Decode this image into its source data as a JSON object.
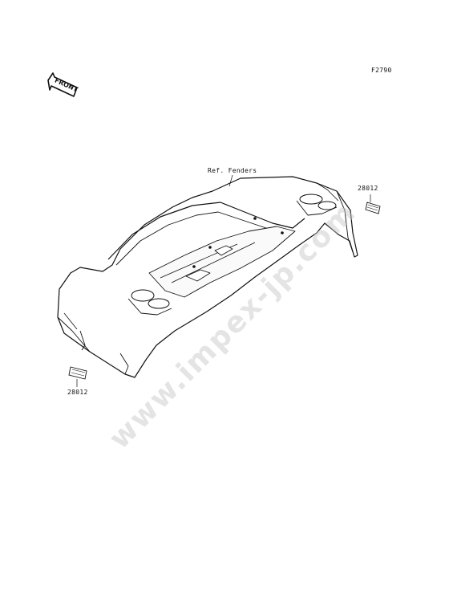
{
  "figure": {
    "code": "F2790",
    "front_badge": "FRONT",
    "ref_label": "Ref. Fenders",
    "parts": [
      {
        "number": "28012"
      },
      {
        "number": "28012"
      }
    ],
    "watermark": "www.impex-jp.com"
  }
}
